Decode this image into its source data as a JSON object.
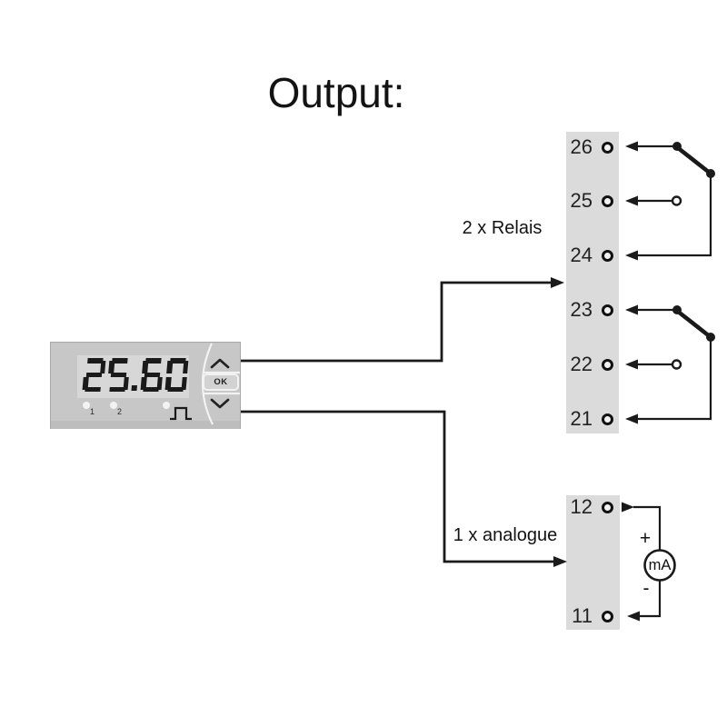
{
  "title": "Output:",
  "device": {
    "display_value": "25.60",
    "indicator_1": "1",
    "indicator_2": "2",
    "ok_label": "OK"
  },
  "outputs": {
    "relays": {
      "label": "2 x Relais",
      "terminals": [
        "26",
        "25",
        "24",
        "23",
        "22",
        "21"
      ]
    },
    "analogue": {
      "label": "1 x analogue",
      "terminals": [
        "12",
        "11"
      ],
      "meter_label": "mA",
      "plus": "+",
      "minus": "-"
    }
  },
  "colors": {
    "wire": "#1a1a1a",
    "device_body": "#c7c7c7",
    "display_window": "#d7d7d7",
    "terminal_strip": "#dbdbdb",
    "led": "#f3f3f3"
  }
}
